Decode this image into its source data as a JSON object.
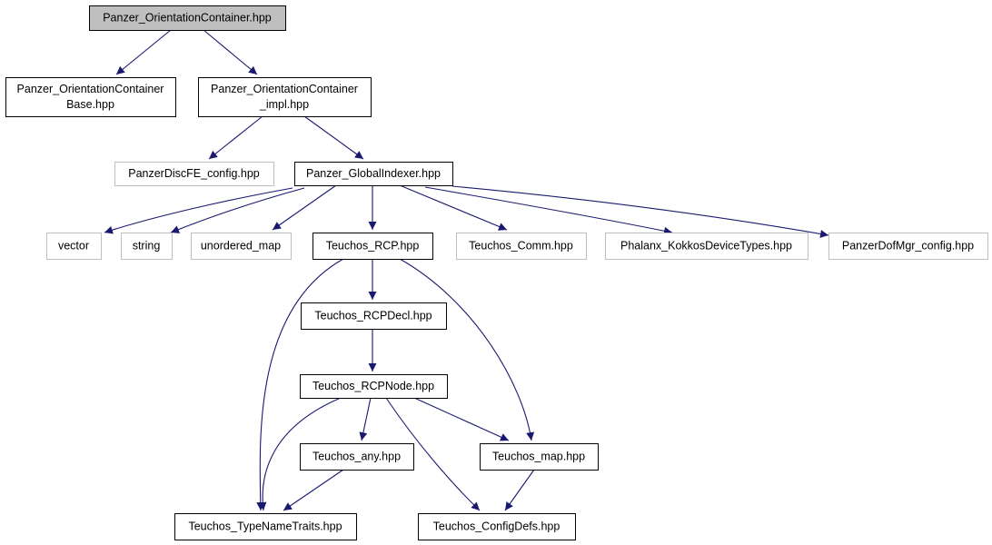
{
  "colors": {
    "edge": "#191970",
    "border_strong": "#000000",
    "border_light": "#bfbfbf",
    "root_fill": "#bfbfbf",
    "node_fill": "#ffffff"
  },
  "nodes": [
    {
      "id": "root",
      "lines": [
        "Panzer_OrientationContainer.hpp"
      ],
      "style": "root"
    },
    {
      "id": "base",
      "lines": [
        "Panzer_OrientationContainer",
        "Base.hpp"
      ],
      "style": "normal"
    },
    {
      "id": "impl",
      "lines": [
        "Panzer_OrientationContainer",
        "_impl.hpp"
      ],
      "style": "normal"
    },
    {
      "id": "discfe",
      "lines": [
        "PanzerDiscFE_config.hpp"
      ],
      "style": "external"
    },
    {
      "id": "globalindexer",
      "lines": [
        "Panzer_GlobalIndexer.hpp"
      ],
      "style": "normal"
    },
    {
      "id": "vector",
      "lines": [
        "vector"
      ],
      "style": "external"
    },
    {
      "id": "string",
      "lines": [
        "string"
      ],
      "style": "external"
    },
    {
      "id": "unordered_map",
      "lines": [
        "unordered_map"
      ],
      "style": "external"
    },
    {
      "id": "rcp",
      "lines": [
        "Teuchos_RCP.hpp"
      ],
      "style": "normal"
    },
    {
      "id": "comm",
      "lines": [
        "Teuchos_Comm.hpp"
      ],
      "style": "external"
    },
    {
      "id": "phalanx",
      "lines": [
        "Phalanx_KokkosDeviceTypes.hpp"
      ],
      "style": "external"
    },
    {
      "id": "dofmgr",
      "lines": [
        "PanzerDofMgr_config.hpp"
      ],
      "style": "external"
    },
    {
      "id": "rcpdecl",
      "lines": [
        "Teuchos_RCPDecl.hpp"
      ],
      "style": "normal"
    },
    {
      "id": "rcpnode",
      "lines": [
        "Teuchos_RCPNode.hpp"
      ],
      "style": "normal"
    },
    {
      "id": "any",
      "lines": [
        "Teuchos_any.hpp"
      ],
      "style": "normal"
    },
    {
      "id": "map",
      "lines": [
        "Teuchos_map.hpp"
      ],
      "style": "normal"
    },
    {
      "id": "typenametraits",
      "lines": [
        "Teuchos_TypeNameTraits.hpp"
      ],
      "style": "normal"
    },
    {
      "id": "configdefs",
      "lines": [
        "Teuchos_ConfigDefs.hpp"
      ],
      "style": "normal"
    }
  ],
  "edges": [
    {
      "from": "root",
      "to": "base"
    },
    {
      "from": "root",
      "to": "impl"
    },
    {
      "from": "impl",
      "to": "discfe"
    },
    {
      "from": "impl",
      "to": "globalindexer"
    },
    {
      "from": "globalindexer",
      "to": "vector"
    },
    {
      "from": "globalindexer",
      "to": "string"
    },
    {
      "from": "globalindexer",
      "to": "unordered_map"
    },
    {
      "from": "globalindexer",
      "to": "rcp"
    },
    {
      "from": "globalindexer",
      "to": "comm"
    },
    {
      "from": "globalindexer",
      "to": "phalanx"
    },
    {
      "from": "globalindexer",
      "to": "dofmgr"
    },
    {
      "from": "rcp",
      "to": "rcpdecl"
    },
    {
      "from": "rcp",
      "to": "typenametraits"
    },
    {
      "from": "rcp",
      "to": "map"
    },
    {
      "from": "rcpdecl",
      "to": "rcpnode"
    },
    {
      "from": "rcpnode",
      "to": "any"
    },
    {
      "from": "rcpnode",
      "to": "map"
    },
    {
      "from": "rcpnode",
      "to": "typenametraits"
    },
    {
      "from": "rcpnode",
      "to": "configdefs"
    },
    {
      "from": "any",
      "to": "typenametraits"
    },
    {
      "from": "map",
      "to": "configdefs"
    }
  ]
}
